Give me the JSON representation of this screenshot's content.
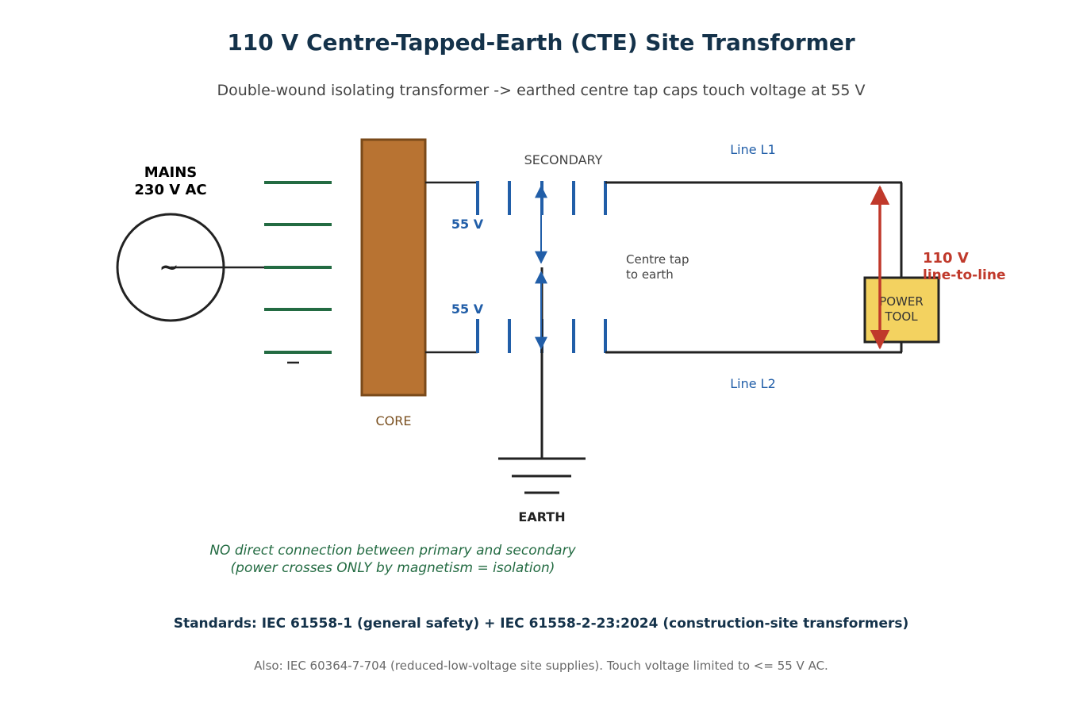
{
  "title": "110 V Centre-Tapped-Earth (CTE) Site Transformer",
  "subtitle": "Double-wound isolating transformer -> earthed centre tap caps touch voltage at 55 V",
  "source": {
    "line1": "MAINS",
    "line2": "230 V AC",
    "symbol": "~"
  },
  "core_label": "CORE",
  "secondary_label": "SECONDARY",
  "upper_half_voltage": "55 V",
  "lower_half_voltage": "55 V",
  "centre_tap": {
    "line1": "Centre tap",
    "line2": "to earth"
  },
  "line_l1": "Line L1",
  "line_l2": "Line L2",
  "earth_label": "EARTH",
  "load": {
    "line1": "POWER",
    "line2": "TOOL"
  },
  "line_voltage": {
    "line1": "110 V",
    "line2": "line-to-line"
  },
  "isolation_note": {
    "line1": "NO direct connection between primary and secondary",
    "line2": "(power crosses ONLY by magnetism = isolation)"
  },
  "standards": "Standards: IEC 61558-1 (general safety)  +  IEC 61558-2-23:2024 (construction-site transformers)",
  "footnote": "Also: IEC 60364-7-704 (reduced-low-voltage site supplies).  Touch voltage limited to <= 55 V AC.",
  "colors": {
    "title": "#14324a",
    "primary_winding": "#236b42",
    "secondary_winding": "#215ea8",
    "core_fill": "#b87332",
    "core_stroke": "#7a4a1a",
    "core_label": "#7a5020",
    "accent_red": "#c0392b",
    "load_fill": "#f3d260",
    "wire": "#222222",
    "note_green": "#236b42"
  }
}
